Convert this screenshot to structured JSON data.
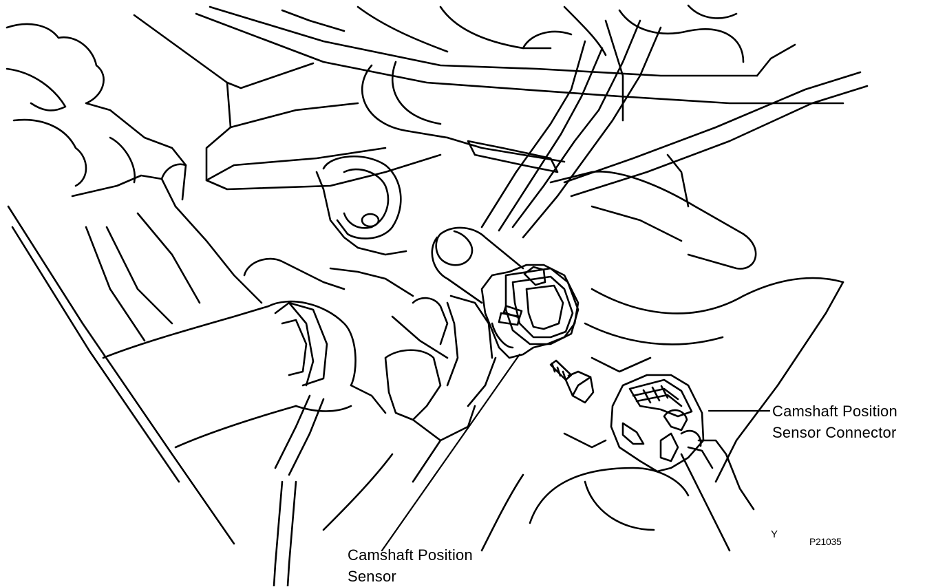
{
  "labels": {
    "connector_line1": "Camshaft Position",
    "connector_line2": "Sensor Connector",
    "sensor_line1": "Camshaft Position",
    "sensor_line2": "Sensor",
    "view_letter": "Y",
    "figure_code": "P21035"
  },
  "components": [
    {
      "id": "camshaft-position-sensor",
      "name": "Camshaft Position Sensor"
    },
    {
      "id": "camshaft-position-sensor-connector",
      "name": "Camshaft Position Sensor Connector"
    },
    {
      "id": "mounting-bolt",
      "name": "bolt"
    }
  ],
  "colors": {
    "ink": "#000000",
    "background": "#ffffff"
  }
}
